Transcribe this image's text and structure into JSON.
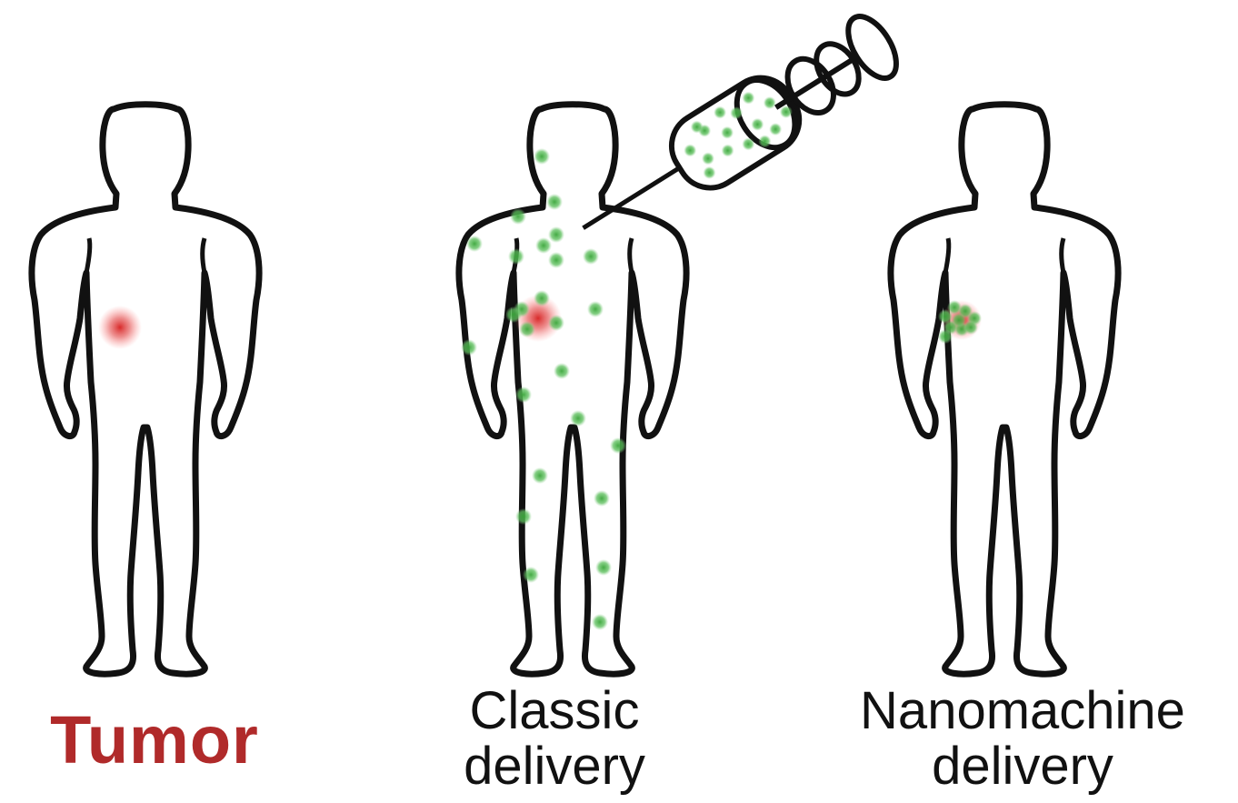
{
  "panels": [
    {
      "id": "tumor",
      "label": "Tumor",
      "label_color": "#b02a2a"
    },
    {
      "id": "classic",
      "label_line1": "Classic",
      "label_line2": "delivery"
    },
    {
      "id": "nanomachine",
      "label_line1": "Nanomachine",
      "label_line2": "delivery"
    }
  ],
  "colors": {
    "outline": "#111111",
    "tumor": "#e02424",
    "drug_particle": "#4caf50",
    "drug_particle_light": "#8fd18f"
  }
}
